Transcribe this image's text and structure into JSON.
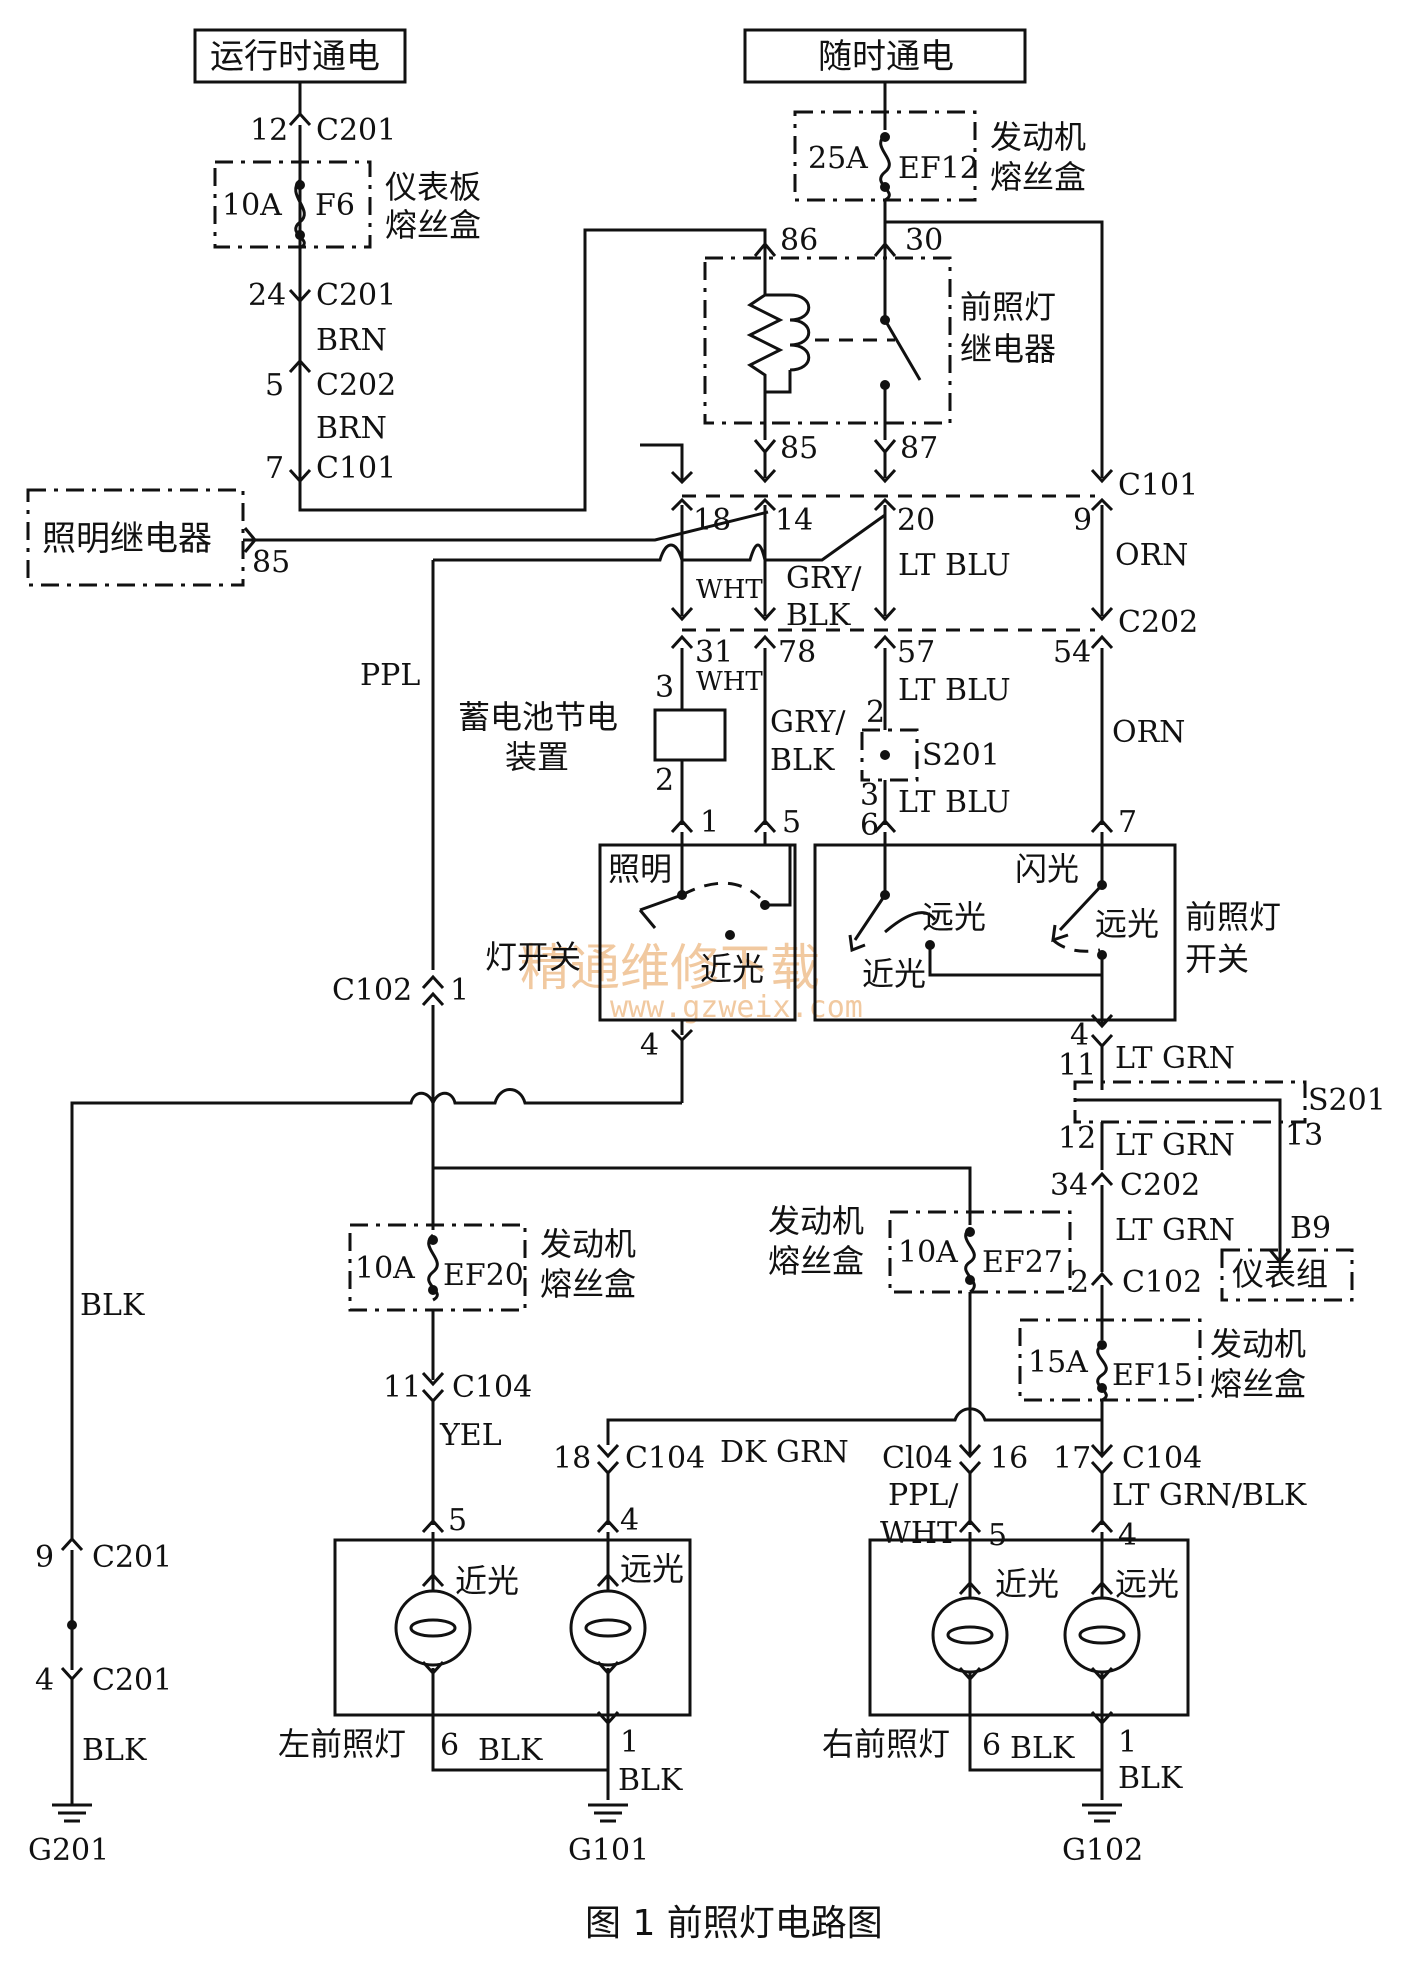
{
  "sources": {
    "run_power": "运行时通电",
    "always_power": "随时通电"
  },
  "fuses": {
    "f6": {
      "rating": "10A",
      "id": "F6",
      "box": [
        "仪表板",
        "熔丝盒"
      ]
    },
    "ef12": {
      "rating": "25A",
      "id": "EF12",
      "box": [
        "发动机",
        "熔丝盒"
      ]
    },
    "ef20": {
      "rating": "10A",
      "id": "EF20",
      "box": [
        "发动机",
        "熔丝盒"
      ]
    },
    "ef27": {
      "rating": "10A",
      "id": "EF27",
      "box": [
        "发动机",
        "熔丝盒"
      ]
    },
    "ef15": {
      "rating": "15A",
      "id": "EF15",
      "box": [
        "发动机",
        "熔丝盒"
      ]
    }
  },
  "components": {
    "headlamp_relay": [
      "前照灯",
      "继电器"
    ],
    "lighting_relay": "照明继电器",
    "battery_saver": [
      "蓄电池节电",
      "装置"
    ],
    "lamp_switch": "灯开关",
    "headlamp_switch": [
      "前照灯",
      "开关"
    ],
    "instrument_cluster": "仪表组",
    "left_headlamp": "左前照灯",
    "right_headlamp": "右前照灯",
    "lighting": "照明",
    "low_beam": "近光",
    "high_beam": "远光",
    "flash": "闪光"
  },
  "connectors": {
    "c201": "C201",
    "c202": "C202",
    "c101": "C101",
    "c102": "C102",
    "c104": "C104",
    "c104_alt": "Cl04",
    "s201": "S201",
    "b9": "B9"
  },
  "pins": {
    "p12": "12",
    "p24": "24",
    "p5": "5",
    "p7": "7",
    "p85": "85",
    "p86": "86",
    "p30": "30",
    "p87": "87",
    "p18": "18",
    "p14": "14",
    "p20": "20",
    "p9": "9",
    "p31": "31",
    "p78": "78",
    "p57": "57",
    "p54": "54",
    "p3": "3",
    "p2": "2",
    "p1": "1",
    "p6": "6",
    "p4": "4",
    "p11": "11",
    "p13": "13",
    "p34": "34",
    "p16": "16",
    "p17": "17"
  },
  "wires": {
    "brn": "BRN",
    "ppl": "PPL",
    "wht": "WHT",
    "gry": "GRY/",
    "blk_part": "BLK",
    "lt_blu": "LT BLU",
    "orn": "ORN",
    "lt_grn": "LT GRN",
    "blk": "BLK",
    "yel": "YEL",
    "dk_grn": "DK GRN",
    "ppl_part": "PPL/",
    "wht_part": "WHT",
    "lt_grn_blk": "LT GRN/BLK"
  },
  "grounds": {
    "g201": "G201",
    "g101": "G101",
    "g102": "G102"
  },
  "watermark": {
    "cn": "精通维修下载",
    "url": "www.gzweix.com"
  },
  "caption": "图 1   前照灯电路图"
}
